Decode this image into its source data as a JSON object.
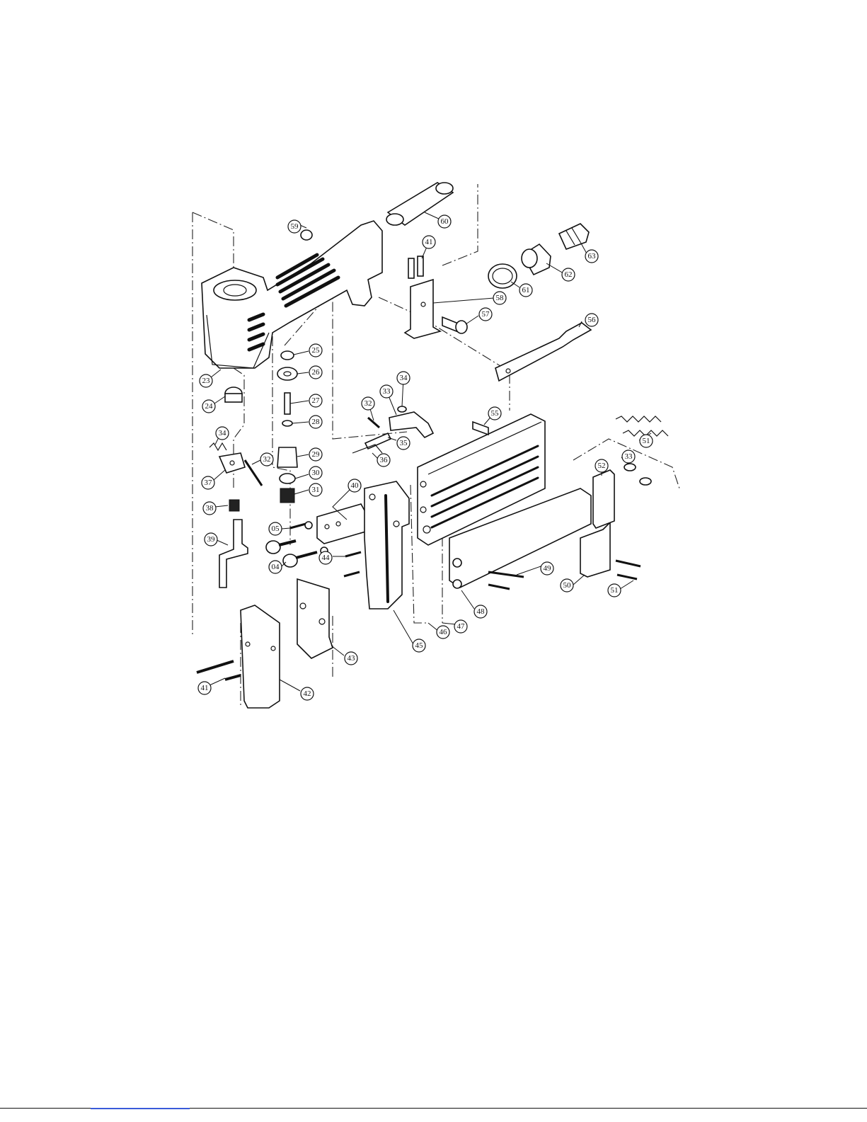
{
  "callouts": [
    {
      "id": "c23",
      "label": "23"
    },
    {
      "id": "c24",
      "label": "24"
    },
    {
      "id": "c25",
      "label": "25"
    },
    {
      "id": "c26",
      "label": "26"
    },
    {
      "id": "c27",
      "label": "27"
    },
    {
      "id": "c28",
      "label": "28"
    },
    {
      "id": "c29",
      "label": "29"
    },
    {
      "id": "c30",
      "label": "30"
    },
    {
      "id": "c31",
      "label": "31"
    },
    {
      "id": "c32a",
      "label": "32"
    },
    {
      "id": "c32b",
      "label": "32"
    },
    {
      "id": "c33a",
      "label": "33"
    },
    {
      "id": "c33b",
      "label": "33"
    },
    {
      "id": "c34a",
      "label": "34"
    },
    {
      "id": "c34b",
      "label": "34"
    },
    {
      "id": "c35",
      "label": "35"
    },
    {
      "id": "c36",
      "label": "36"
    },
    {
      "id": "c37",
      "label": "37"
    },
    {
      "id": "c38",
      "label": "38"
    },
    {
      "id": "c39",
      "label": "39"
    },
    {
      "id": "c40",
      "label": "40"
    },
    {
      "id": "c41a",
      "label": "41"
    },
    {
      "id": "c41b",
      "label": "41"
    },
    {
      "id": "c42",
      "label": "42"
    },
    {
      "id": "c43",
      "label": "43"
    },
    {
      "id": "c44",
      "label": "44"
    },
    {
      "id": "c45",
      "label": "45"
    },
    {
      "id": "c46",
      "label": "46"
    },
    {
      "id": "c47",
      "label": "47"
    },
    {
      "id": "c48",
      "label": "48"
    },
    {
      "id": "c49",
      "label": "49"
    },
    {
      "id": "c50",
      "label": "50"
    },
    {
      "id": "c51a",
      "label": "51"
    },
    {
      "id": "c51b",
      "label": "51"
    },
    {
      "id": "c52",
      "label": "52"
    },
    {
      "id": "c55",
      "label": "55"
    },
    {
      "id": "c56",
      "label": "56"
    },
    {
      "id": "c57",
      "label": "57"
    },
    {
      "id": "c58",
      "label": "58"
    },
    {
      "id": "c59",
      "label": "59"
    },
    {
      "id": "c60",
      "label": "60"
    },
    {
      "id": "c61",
      "label": "61"
    },
    {
      "id": "c62",
      "label": "62"
    },
    {
      "id": "c63",
      "label": "63"
    },
    {
      "id": "c04",
      "label": "04"
    },
    {
      "id": "c05",
      "label": "05"
    }
  ]
}
